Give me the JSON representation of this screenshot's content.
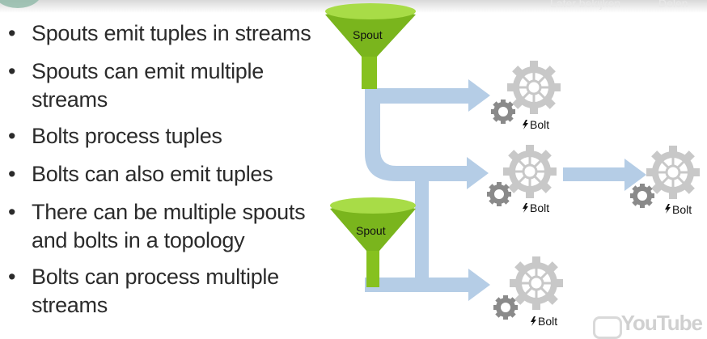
{
  "header": {
    "watch_later": "Later bekijken",
    "share": "Delen"
  },
  "bullets": [
    "Spouts emit tuples in streams",
    "Spouts can emit multiple streams",
    "Bolts process tuples",
    "Bolts can also emit tuples",
    "There can be multiple spouts and bolts in a topology",
    "Bolts can process multiple streams"
  ],
  "diagram": {
    "spout_label": "Spout",
    "bolt_label": "Bolt",
    "colors": {
      "funnel_top": "#9fd23a",
      "funnel_body": "#7ab51d",
      "stream": "#b5cde6",
      "gear": "#c8c8c8",
      "gear_small": "#8a8a8a"
    }
  },
  "footer": {
    "youtube_logo": "YouTube"
  }
}
